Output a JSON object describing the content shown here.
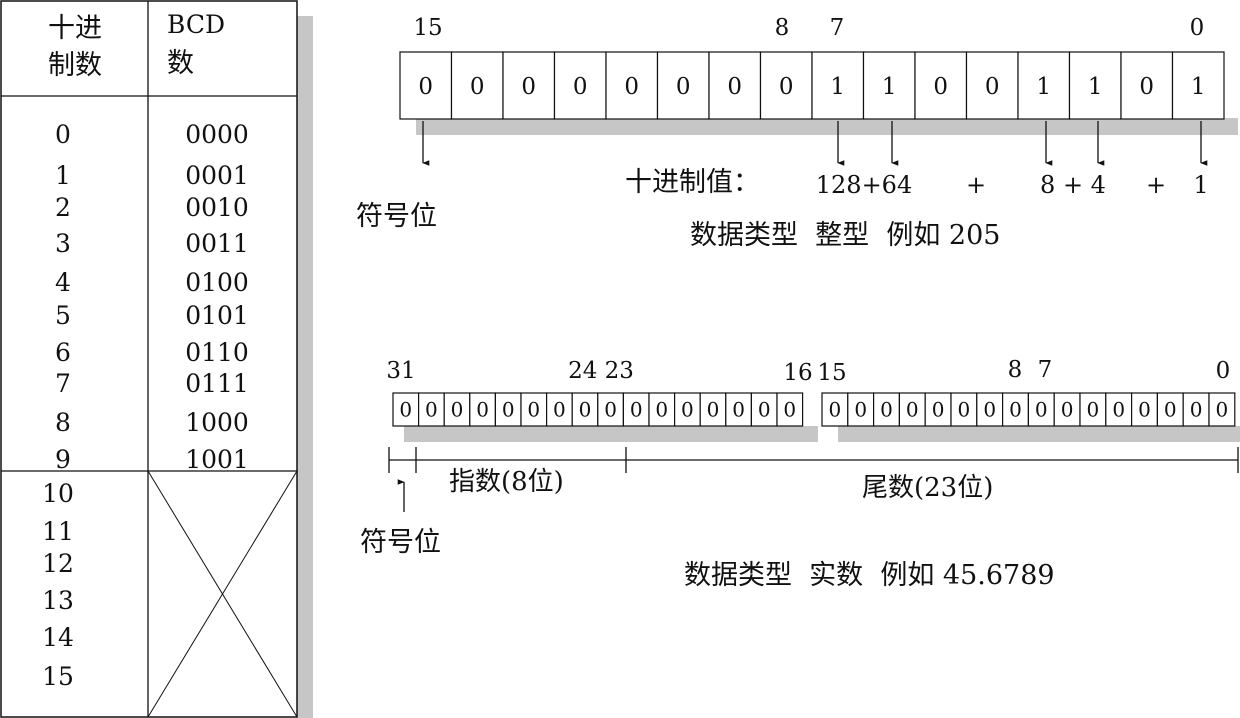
{
  "bcd_table": {
    "header_decimal_line1": "十进",
    "header_decimal_line2": "制数",
    "header_bcd_line1": "BCD",
    "header_bcd_line2": "数",
    "rows": [
      {
        "dec": "0",
        "bcd": "0000"
      },
      {
        "dec": "1",
        "bcd": "0001"
      },
      {
        "dec": "2",
        "bcd": "0010"
      },
      {
        "dec": "3",
        "bcd": "0011"
      },
      {
        "dec": "4",
        "bcd": "0100"
      },
      {
        "dec": "5",
        "bcd": "0101"
      },
      {
        "dec": "6",
        "bcd": "0110"
      },
      {
        "dec": "7",
        "bcd": "0111"
      },
      {
        "dec": "8",
        "bcd": "1000"
      },
      {
        "dec": "9",
        "bcd": "1001"
      }
    ],
    "invalid_rows": [
      "10",
      "11",
      "12",
      "13",
      "14",
      "15"
    ]
  },
  "integer_word": {
    "bit_labels": [
      "15",
      "8",
      "7",
      "0"
    ],
    "bits": [
      "0",
      "0",
      "0",
      "0",
      "0",
      "0",
      "0",
      "0",
      "1",
      "1",
      "0",
      "0",
      "1",
      "1",
      "0",
      "1"
    ],
    "sign_label": "符号位",
    "value_label": "十进制值：",
    "value_terms": [
      "128+64",
      "+",
      "8 + 4",
      "+",
      "1"
    ],
    "caption": "数据类型  整型  例如 205"
  },
  "real_word": {
    "bit_labels": [
      "31",
      "24 23",
      "16",
      "15",
      "8",
      "7",
      "0"
    ],
    "high_bits": [
      "0",
      "0",
      "0",
      "0",
      "0",
      "0",
      "0",
      "0",
      "0",
      "0",
      "0",
      "0",
      "0",
      "0",
      "0",
      "0"
    ],
    "low_bits": [
      "0",
      "0",
      "0",
      "0",
      "0",
      "0",
      "0",
      "0",
      "0",
      "0",
      "0",
      "0",
      "0",
      "0",
      "0",
      "0"
    ],
    "exponent_label": "指数(8位)",
    "mantissa_label": "尾数(23位)",
    "sign_label": "符号位",
    "caption": "数据类型  实数  例如 45.6789"
  }
}
